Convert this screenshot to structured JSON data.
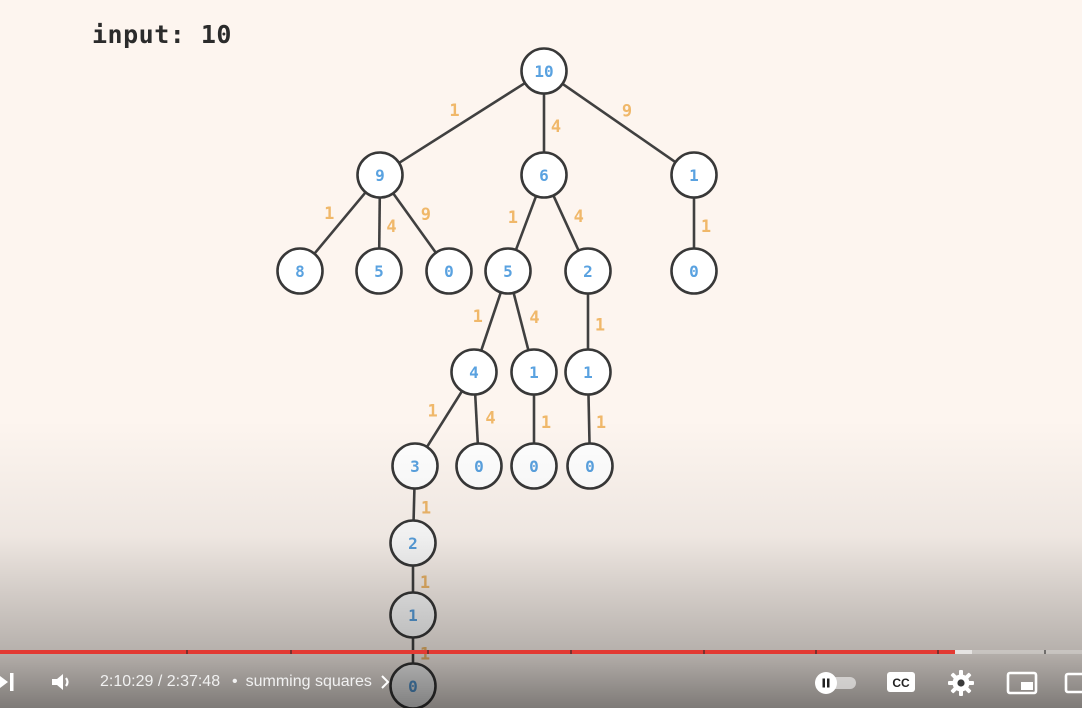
{
  "header": {
    "input_label": "input: 10"
  },
  "tree": {
    "nodes": [
      {
        "id": "n0",
        "value": "10"
      },
      {
        "id": "n1",
        "value": "9"
      },
      {
        "id": "n2",
        "value": "6"
      },
      {
        "id": "n3",
        "value": "1"
      },
      {
        "id": "n4",
        "value": "8"
      },
      {
        "id": "n5",
        "value": "5"
      },
      {
        "id": "n6",
        "value": "0"
      },
      {
        "id": "n7",
        "value": "5"
      },
      {
        "id": "n8",
        "value": "2"
      },
      {
        "id": "n9",
        "value": "0"
      },
      {
        "id": "n10",
        "value": "4"
      },
      {
        "id": "n11",
        "value": "1"
      },
      {
        "id": "n12",
        "value": "1"
      },
      {
        "id": "n13",
        "value": "3"
      },
      {
        "id": "n14",
        "value": "0"
      },
      {
        "id": "n15",
        "value": "0"
      },
      {
        "id": "n16",
        "value": "0"
      },
      {
        "id": "n17",
        "value": "2"
      },
      {
        "id": "n18",
        "value": "1"
      },
      {
        "id": "n19",
        "value": "0"
      }
    ],
    "edges": [
      {
        "from": "n0",
        "to": "n1",
        "label": "1"
      },
      {
        "from": "n0",
        "to": "n2",
        "label": "4"
      },
      {
        "from": "n0",
        "to": "n3",
        "label": "9"
      },
      {
        "from": "n1",
        "to": "n4",
        "label": "1"
      },
      {
        "from": "n1",
        "to": "n5",
        "label": "4"
      },
      {
        "from": "n1",
        "to": "n6",
        "label": "9"
      },
      {
        "from": "n2",
        "to": "n7",
        "label": "1"
      },
      {
        "from": "n2",
        "to": "n8",
        "label": "4"
      },
      {
        "from": "n3",
        "to": "n9",
        "label": "1"
      },
      {
        "from": "n7",
        "to": "n10",
        "label": "1"
      },
      {
        "from": "n7",
        "to": "n11",
        "label": "4"
      },
      {
        "from": "n8",
        "to": "n12",
        "label": "1"
      },
      {
        "from": "n10",
        "to": "n13",
        "label": "1"
      },
      {
        "from": "n10",
        "to": "n14",
        "label": "4"
      },
      {
        "from": "n11",
        "to": "n15",
        "label": "1"
      },
      {
        "from": "n12",
        "to": "n16",
        "label": "1"
      },
      {
        "from": "n13",
        "to": "n17",
        "label": "1"
      },
      {
        "from": "n17",
        "to": "n18",
        "label": "1"
      },
      {
        "from": "n18",
        "to": "n19",
        "label": "1"
      }
    ]
  },
  "player": {
    "current_time": "2:10:29",
    "duration": "2:37:48",
    "time_text": "2:10:29 / 2:37:48",
    "chapter_dot": "•",
    "chapter_title": "summing squares",
    "played_fraction": 0.883,
    "buffered_fraction": 0.898,
    "chapter_fractions": [
      0.172,
      0.268,
      0.395,
      0.527,
      0.65,
      0.753,
      0.866,
      0.965
    ],
    "colors": {
      "played": "#e33a33",
      "node_text": "#5aa2e0",
      "edge_label": "#f0b86a"
    },
    "icons": {
      "next": "next-icon",
      "volume": "volume-icon",
      "autoplay": "autoplay-toggle-icon",
      "cc": "cc-icon",
      "settings": "gear-icon",
      "miniplayer": "miniplayer-icon",
      "theater": "theater-icon",
      "chapter_chevron": "chevron-right-icon"
    },
    "cc_label": "CC"
  }
}
